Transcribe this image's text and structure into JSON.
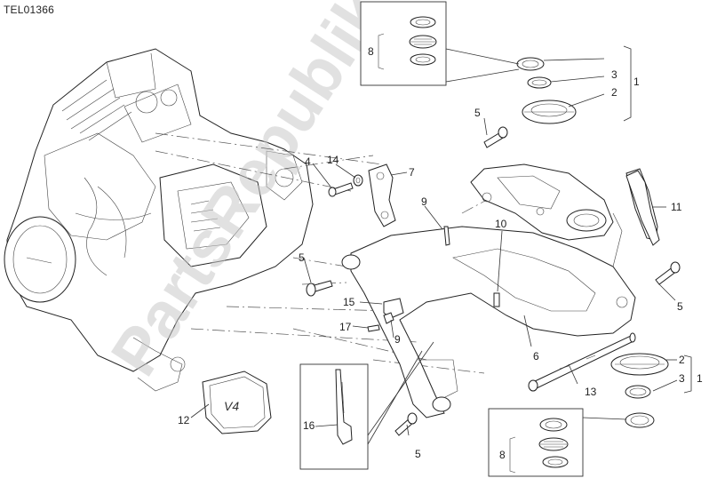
{
  "drawing_code": "TEL01366",
  "watermark": "PartsRepublik",
  "engine_badge": "V4",
  "callouts": {
    "c1_top": "1",
    "c2_top": "2",
    "c3_top": "3",
    "c8_top": "8",
    "c5_a": "5",
    "c4": "4",
    "c14": "14",
    "c7": "7",
    "c9_a": "9",
    "c10": "10",
    "c11": "11",
    "c5_b": "5",
    "c5_c": "5",
    "c15": "15",
    "c17": "17",
    "c9_b": "9",
    "c6": "6",
    "c2_bot": "2",
    "c3_bot": "3",
    "c1_bot": "1",
    "c13": "13",
    "c12": "12",
    "c16": "16",
    "c5_d": "5",
    "c8_bot": "8"
  }
}
